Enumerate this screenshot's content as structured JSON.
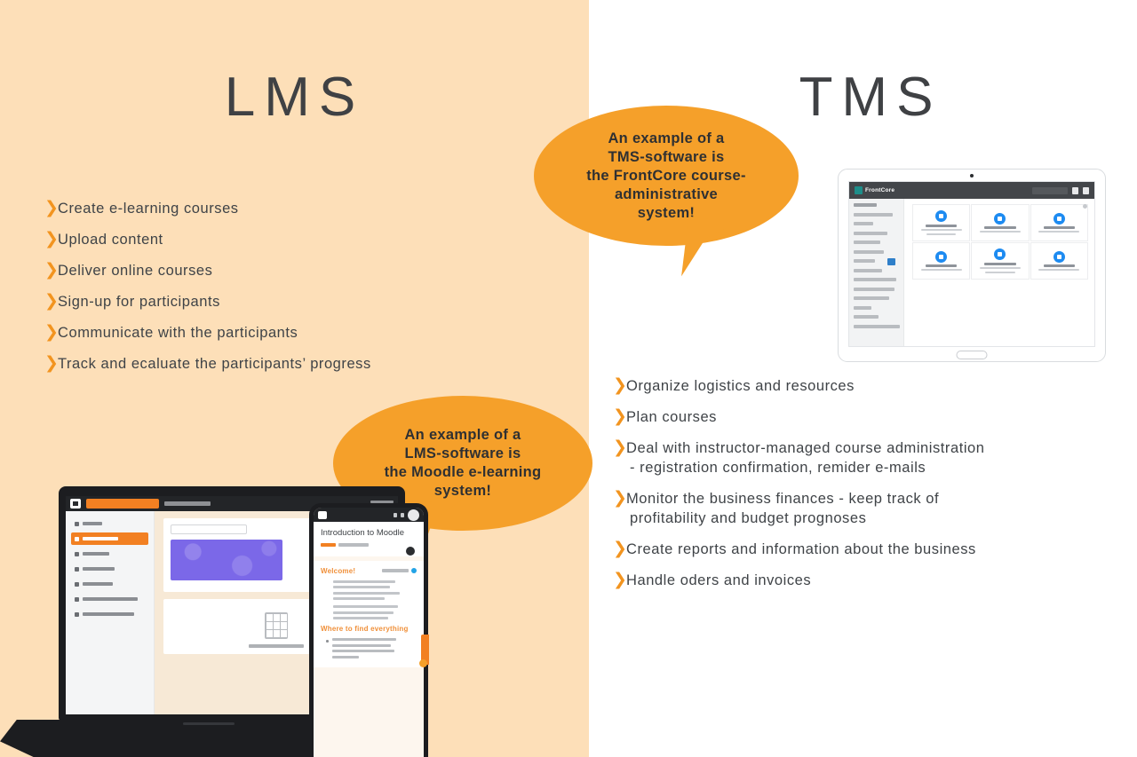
{
  "layout": {
    "left_panel_bg": "#fddfb8",
    "right_panel_bg": "#ffffff",
    "accent_orange": "#f5a02a",
    "bullet_orange": "#f2941f",
    "text_dark": "#3f4347"
  },
  "lms": {
    "title": "LMS",
    "bullet_glyph": "❯",
    "items": [
      {
        "text": "Create e-learning courses"
      },
      {
        "text": "Upload content"
      },
      {
        "text": "Deliver online courses"
      },
      {
        "text": "Sign-up for participants"
      },
      {
        "text": "Communicate with the participants"
      },
      {
        "text": "Track and ecaluate the participants’ progress"
      }
    ],
    "bubble": {
      "line1": "An example of a",
      "line2": "LMS-software is",
      "line3": "the Moodle e-learning",
      "line4": "system!"
    }
  },
  "tms": {
    "title": "TMS",
    "bullet_glyph": "❯",
    "items": [
      {
        "line1": "Organize logistics and resources",
        "line2": ""
      },
      {
        "line1": "Plan courses",
        "line2": ""
      },
      {
        "line1": "Deal with instructor-managed course administration",
        "line2": "- registration confirmation, remider e-mails"
      },
      {
        "line1": "Monitor the business finances - keep track of",
        "line2": "profitability and budget prognoses"
      },
      {
        "line1": "Create reports and information about the business",
        "line2": ""
      },
      {
        "line1": "Handle oders and invoices",
        "line2": ""
      }
    ],
    "bubble": {
      "line1": "An example of a",
      "line2": "TMS-software is",
      "line3": "the FrontCore course-",
      "line4": "administrative",
      "line5": "system!"
    }
  },
  "tablet_mockup": {
    "device": "tablet",
    "app": "FrontCore",
    "brand_label": "FrontCore",
    "sidebar_row_count": 13,
    "card_count": 6
  },
  "laptop_mockup": {
    "device": "laptop",
    "app": "Moodle",
    "sidebar_item_count": 6,
    "active_sidebar_index": 1
  },
  "phone_mockup": {
    "device": "phone",
    "app": "Moodle",
    "page_title": "Introduction to Moodle",
    "welcome_heading": "Welcome!",
    "find_heading": "Where to find everything"
  }
}
